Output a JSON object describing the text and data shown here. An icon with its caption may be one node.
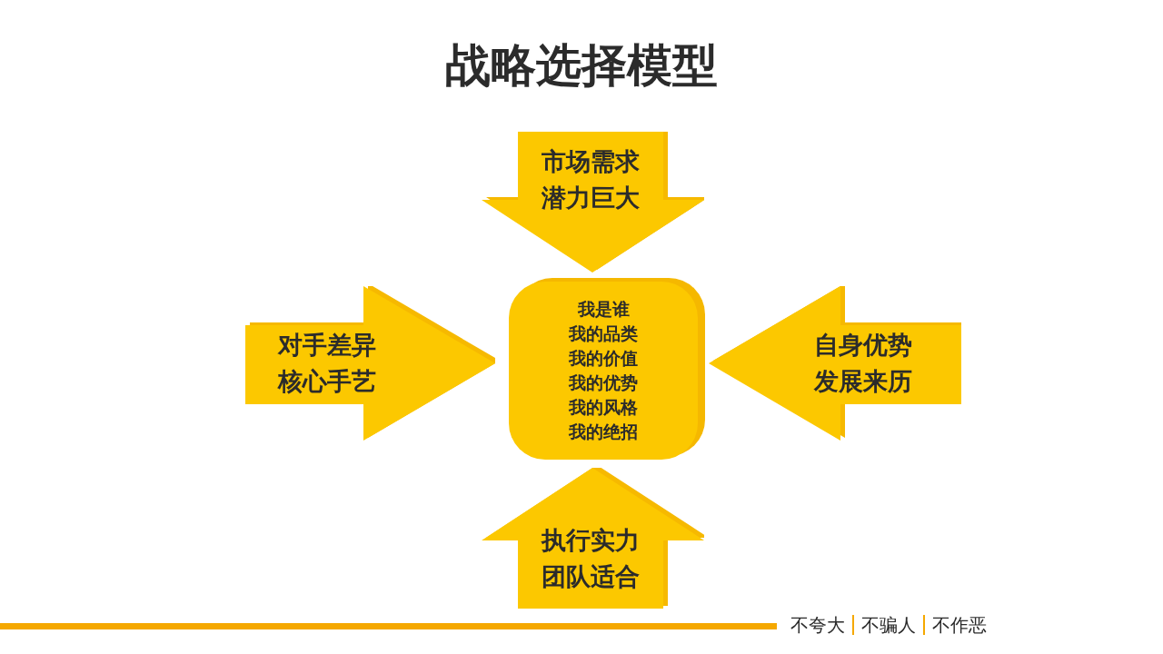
{
  "diagram": {
    "title": "战略选择模型",
    "nodes": [
      {
        "text": [
          "我是谁",
          "我的品类",
          "我的价值",
          "我的优势",
          "我的风格",
          "我的绝招"
        ]
      },
      {
        "text": [
          "市场需求",
          "潜力巨大"
        ]
      },
      {
        "text": [
          "对手差异",
          "核心手艺"
        ]
      },
      {
        "text": [
          "自身优势",
          "发展来历"
        ]
      },
      {
        "text": [
          "执行实力",
          "团队适合"
        ]
      }
    ],
    "labels": [
      "不夸大",
      "不骗人",
      "不作恶"
    ]
  }
}
